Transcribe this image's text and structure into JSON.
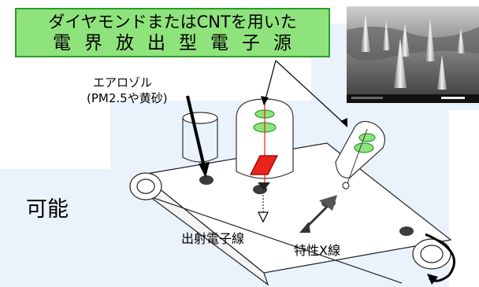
{
  "callout": {
    "line1": "ダイヤモンドまたはCNTを用いた",
    "line2": "電界放出型電子源"
  },
  "labels": {
    "aerosol": "エアロゾル",
    "aerosol_sub": "(PM2.5や黄砂)",
    "possible": "可能",
    "emitted_electron": "出射電子線",
    "characteristic_xray": "特性X線"
  },
  "colors": {
    "callout_fill": "#8fe37c",
    "callout_border": "#2c9a2c",
    "panel_fill": "#eaf2fb",
    "sample_red": "#e8241c",
    "lens_green": "#8fe37c"
  },
  "image": {
    "sem_micrograph": "SEM image of field emitter tips"
  }
}
